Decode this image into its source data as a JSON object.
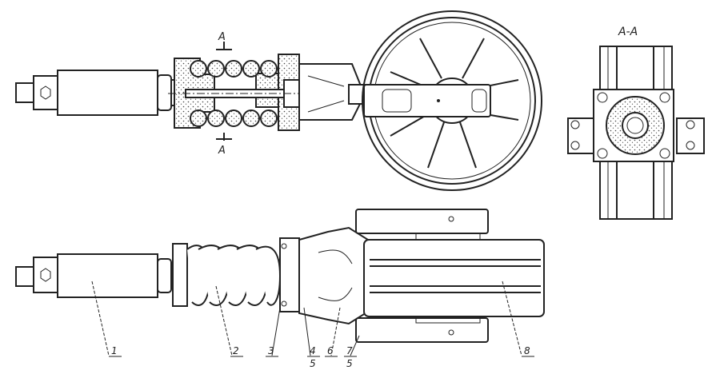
{
  "section_marks": {
    "cut_top": "A",
    "cut_bottom": "A",
    "section_title": "A-A"
  },
  "callouts": [
    {
      "id": "c1",
      "label": "1"
    },
    {
      "id": "c2",
      "label": "2"
    },
    {
      "id": "c3",
      "label": "3"
    },
    {
      "id": "c4",
      "label": "4",
      "sub": "5"
    },
    {
      "id": "c6",
      "label": "6"
    },
    {
      "id": "c7",
      "label": "7",
      "sub": "5"
    },
    {
      "id": "c8",
      "label": "8"
    }
  ]
}
